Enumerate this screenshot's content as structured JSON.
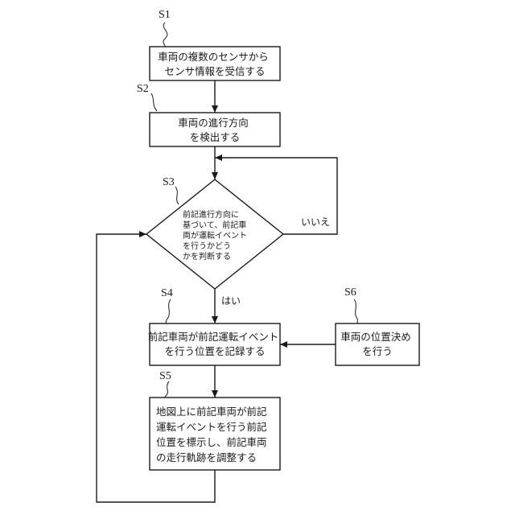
{
  "steps": {
    "s1": {
      "label": "S1",
      "lines": [
        "車両の複数のセンサから",
        "センサ情報を受信する"
      ]
    },
    "s2": {
      "label": "S2",
      "lines": [
        "車両の進行方向",
        "を検出する"
      ]
    },
    "s3": {
      "label": "S3",
      "lines": [
        "前記進行方向に",
        "基づいて、前記車",
        "両が運転イベント",
        "を行うかどう",
        "かを判断する"
      ]
    },
    "s4": {
      "label": "S4",
      "lines": [
        "前記車両が前記運転イベント",
        "を行う位置を記録する"
      ]
    },
    "s5": {
      "label": "S5",
      "lines": [
        "地図上に前記車両が前記",
        "運転イベントを行う前記",
        "位置を標示し、前記車両",
        "の走行軌跡を調整する"
      ]
    },
    "s6": {
      "label": "S6",
      "lines": [
        "車両の位置決め",
        "を行う"
      ]
    }
  },
  "edges": {
    "yes": "はい",
    "no": "いいえ"
  }
}
